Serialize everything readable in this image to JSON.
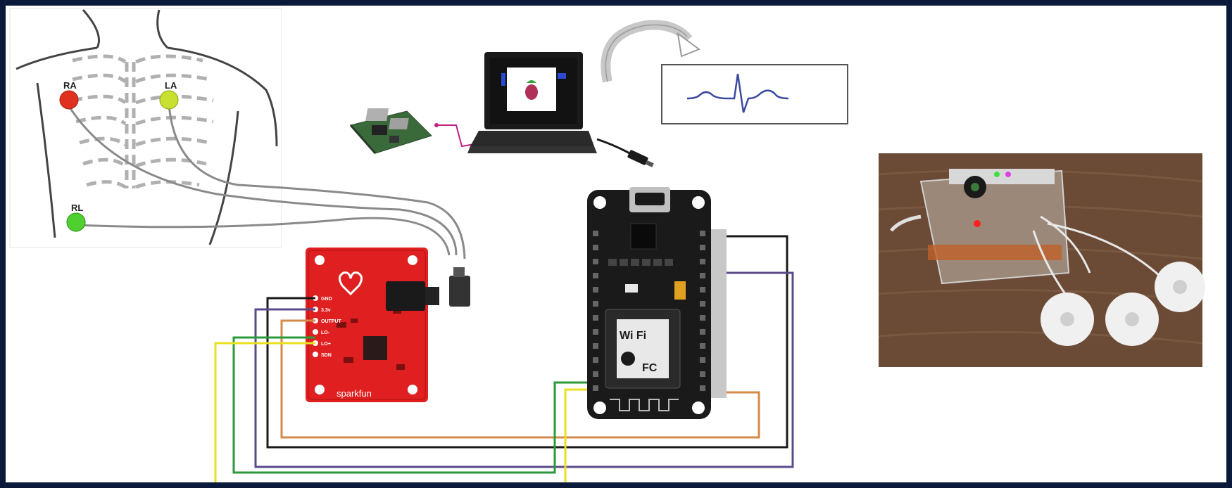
{
  "electrodes": {
    "ra": "RA",
    "la": "LA",
    "rl": "RL"
  },
  "sensor_board": {
    "brand": "sparkfun",
    "pins": [
      "GND",
      "3.3v",
      "OUTPUT",
      "LO-",
      "LO+",
      "SDN"
    ]
  },
  "mcu_board": {
    "wifi_label": "Wi Fi",
    "cert_label": "FC"
  },
  "colors": {
    "frame": "#0b1a3a",
    "board_red": "#e02020",
    "board_black": "#1a1a1a",
    "wire_black": "#1a1a1a",
    "wire_purple": "#5b4a8a",
    "wire_orange": "#d48a4a",
    "wire_green": "#2a9a3a",
    "wire_yellow": "#e8e020",
    "ecg_trace": "#3a4aa0",
    "electrode_ra": "#e03020",
    "electrode_la": "#c8e030",
    "electrode_rl": "#50d030"
  },
  "icons": [
    "raspberry-pi-board",
    "laptop",
    "usb-cable",
    "curved-arrow",
    "ecg-waveform",
    "device-photo"
  ]
}
